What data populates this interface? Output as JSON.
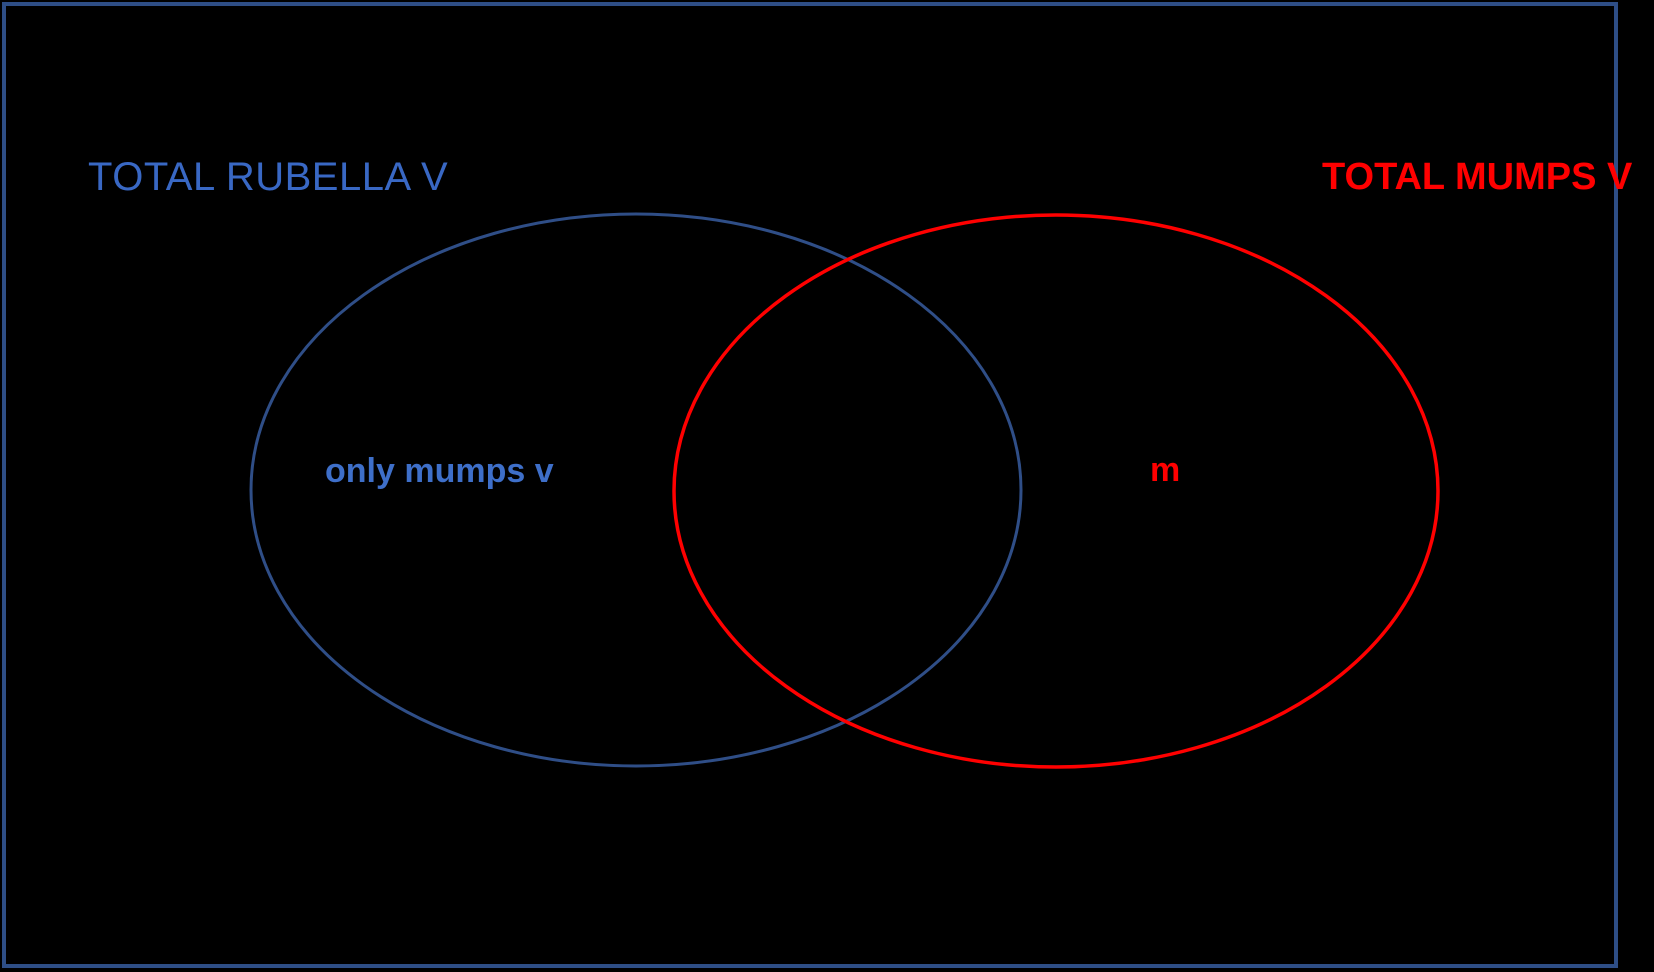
{
  "colors": {
    "background": "#000000",
    "frame_border": "#2E4E86",
    "rubella_blue": "#2F4E87",
    "heading_blue": "#3968C4",
    "label_blue": "#3E6FC9",
    "mumps_red": "#FF0000"
  },
  "venn": {
    "left_set": {
      "title": "TOTAL RUBELLA V",
      "label": "only mumps v"
    },
    "right_set": {
      "title": "TOTAL MUMPS V",
      "label": "m"
    }
  }
}
